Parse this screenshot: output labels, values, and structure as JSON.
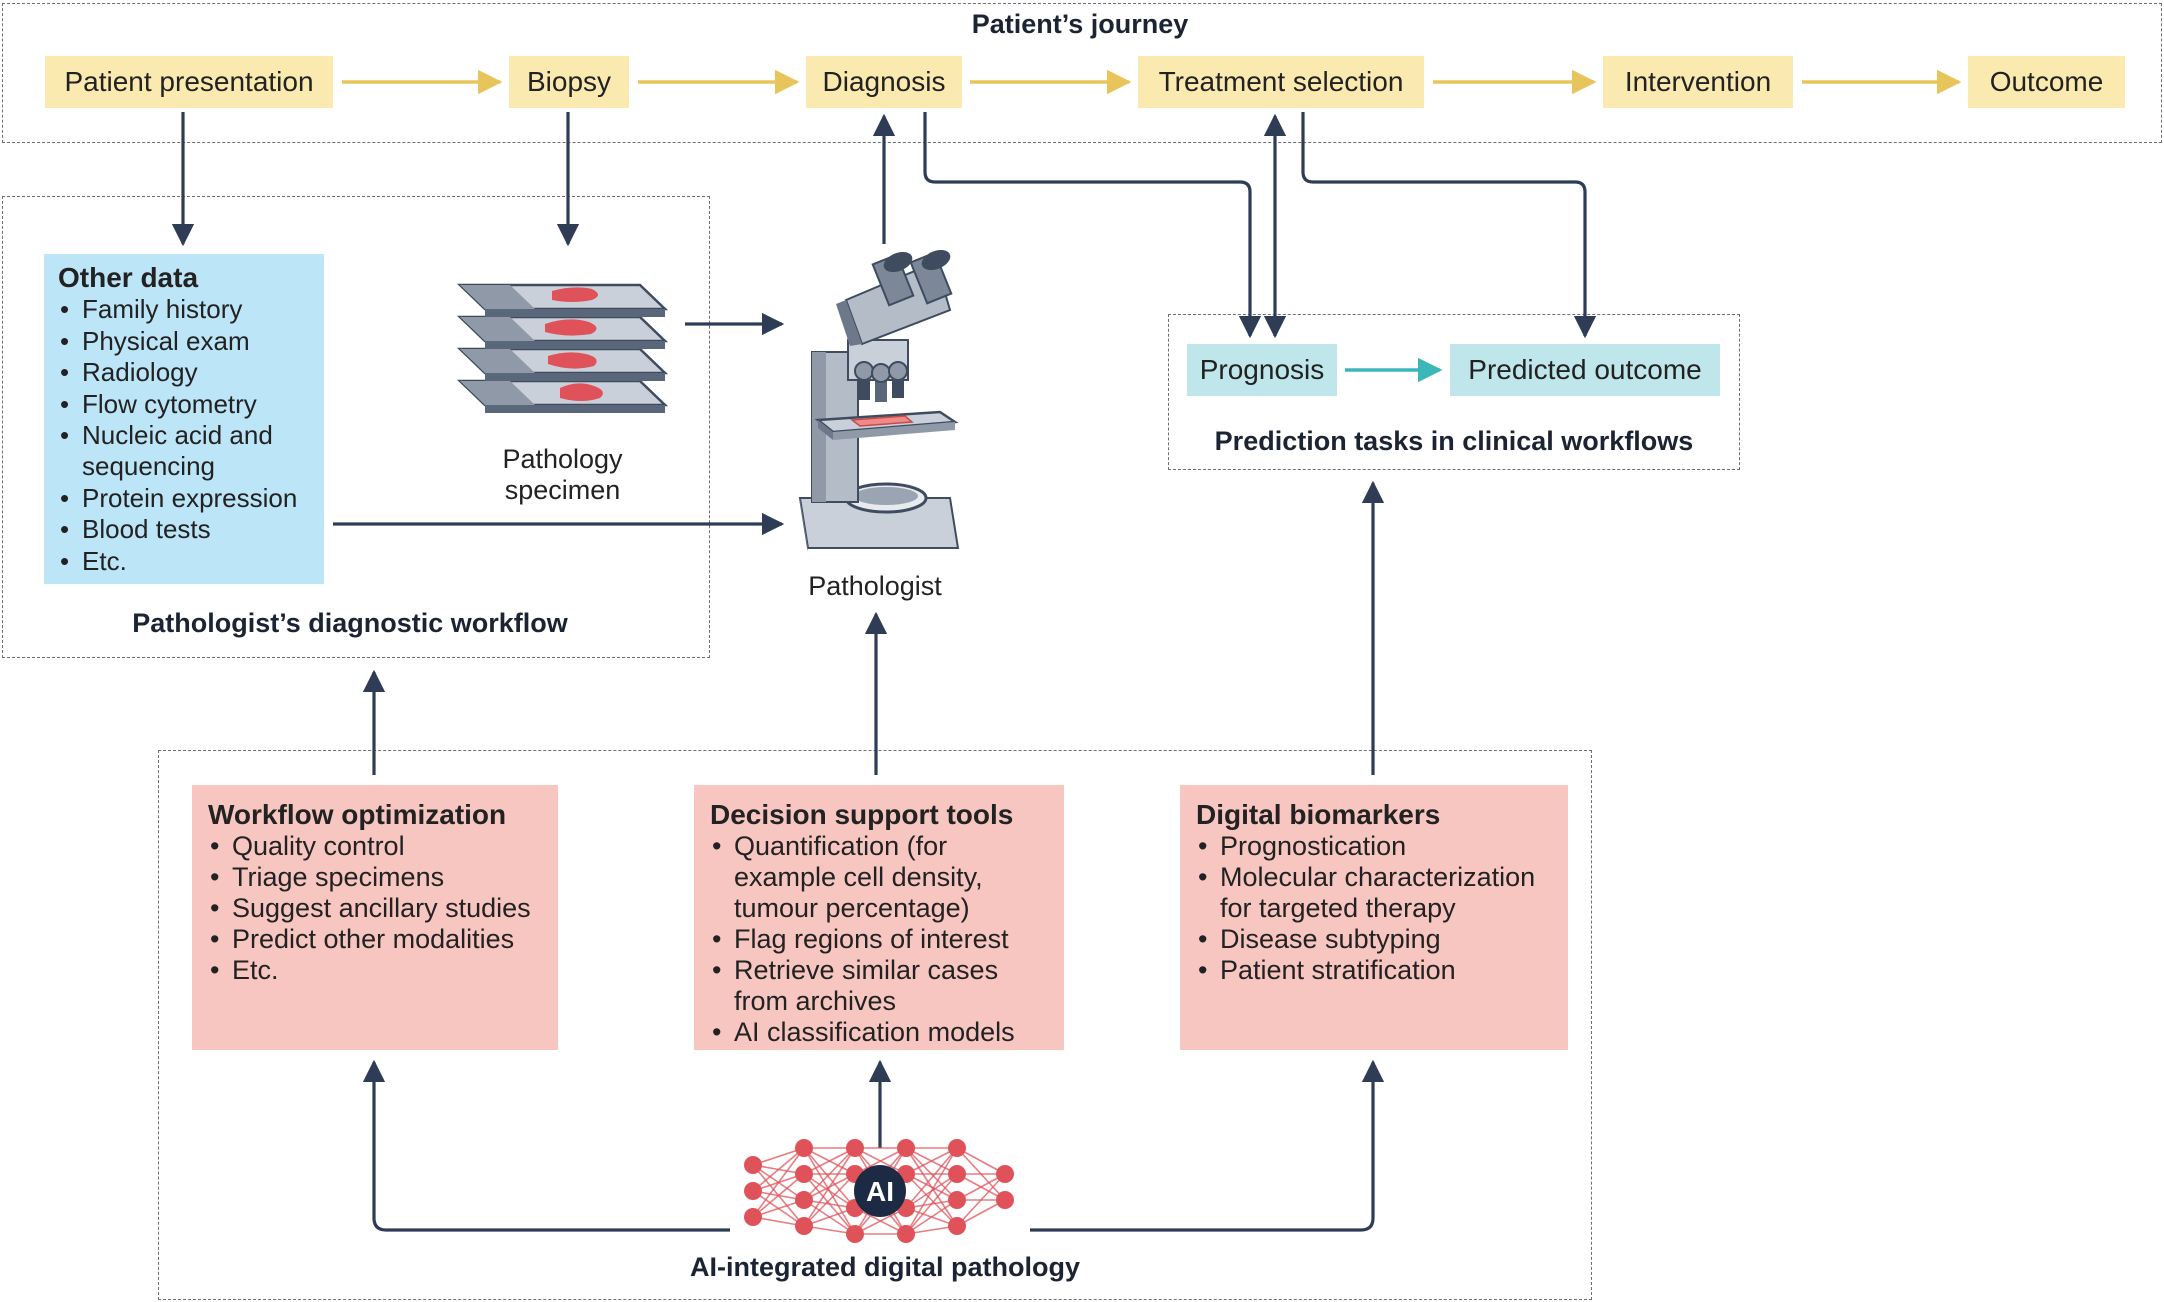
{
  "journey": {
    "title": "Patient’s journey",
    "steps": [
      "Patient presentation",
      "Biopsy",
      "Diagnosis",
      "Treatment selection",
      "Intervention",
      "Outcome"
    ]
  },
  "other_data": {
    "title": "Other data",
    "items": [
      "Family history",
      "Physical exam",
      "Radiology",
      "Flow cytometry",
      "Nucleic acid and sequencing",
      "Protein expression",
      "Blood tests",
      "Etc."
    ]
  },
  "specimen_label": "Pathology specimen",
  "pathologist_label": "Pathologist",
  "diagnostic_workflow_title": "Pathologist’s diagnostic workflow",
  "prediction": {
    "title": "Prediction tasks in clinical workflows",
    "prognosis": "Prognosis",
    "predicted_outcome": "Predicted outcome"
  },
  "workflow_opt": {
    "title": "Workflow optimization",
    "items": [
      "Quality control",
      "Triage specimens",
      "Suggest ancillary studies",
      "Predict other modalities",
      "Etc."
    ]
  },
  "decision_support": {
    "title": "Decision support tools",
    "items": [
      "Quantification (for example cell density, tumour percentage)",
      "Flag regions of interest",
      "Retrieve similar cases from archives",
      "AI classification models"
    ]
  },
  "biomarkers": {
    "title": "Digital biomarkers",
    "items": [
      "Prognostication",
      "Molecular characterization for targeted therapy",
      "Disease subtyping",
      "Patient stratification"
    ]
  },
  "ai": {
    "badge": "AI",
    "title": "AI-integrated digital pathology"
  },
  "colors": {
    "journey_box": "#fbeab0",
    "journey_arrow": "#e8c55a",
    "prediction_box": "#bfe6ea",
    "prediction_arrow": "#3bb6b9",
    "other_data_box": "#bde5f8",
    "ai_panel": "#f7c6c1",
    "arrow": "#2e3d55",
    "network_node": "#e0525a",
    "ai_badge": "#1c2a44"
  }
}
